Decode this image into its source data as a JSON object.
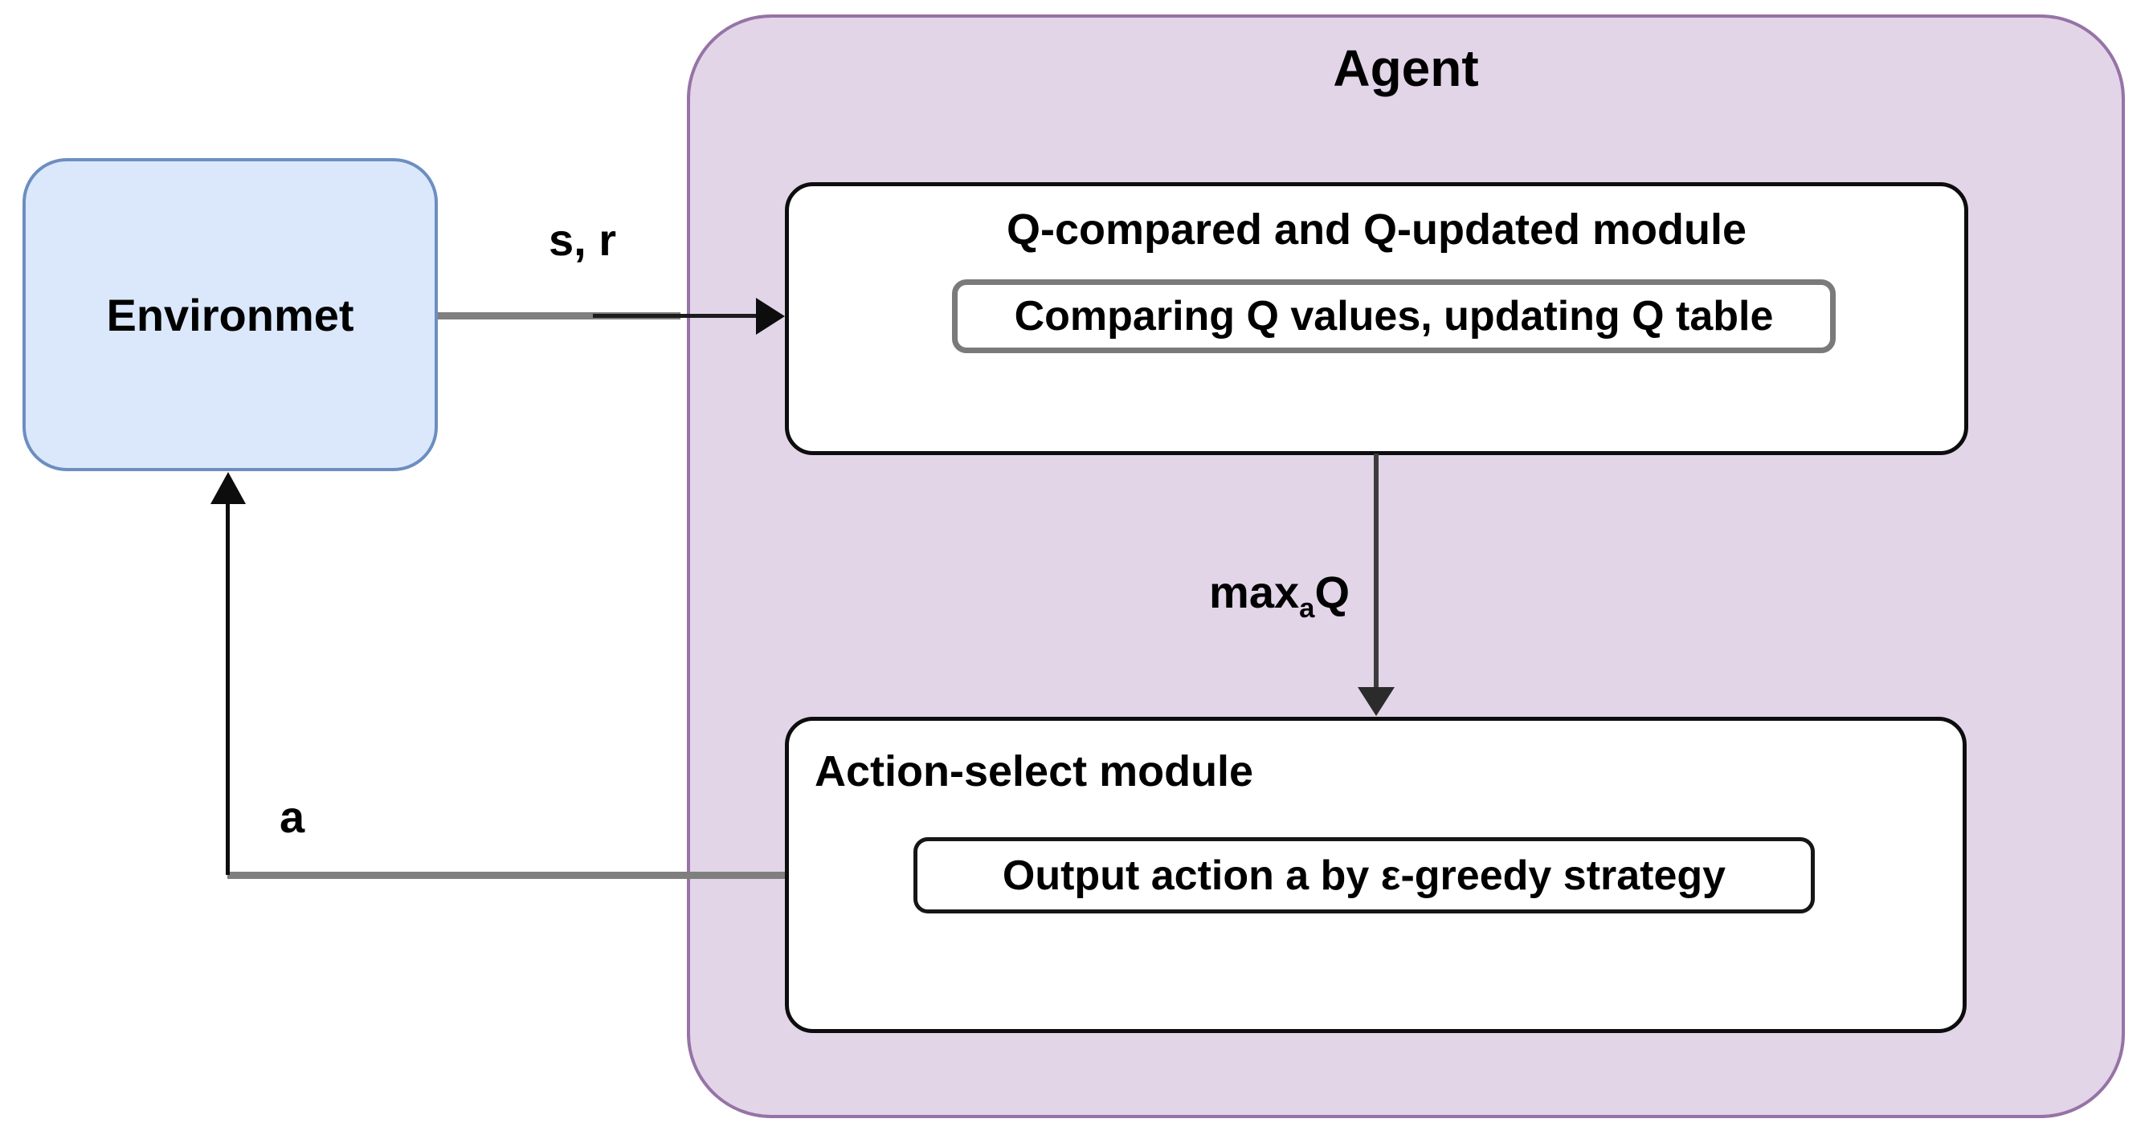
{
  "diagram": {
    "agent": {
      "title": "Agent",
      "fill_color": "#e2d5e8",
      "border_color": "#9673a6"
    },
    "environment": {
      "label": "Environmet",
      "fill_color": "#dbe8fc",
      "border_color": "#6c8ebf"
    },
    "q_module": {
      "title": "Q-compared and Q-updated module",
      "inner_label": "Comparing Q values, updating Q table"
    },
    "action_module": {
      "title": "Action-select module",
      "inner_label": "Output action a by ε-greedy strategy"
    },
    "edges": {
      "state_reward": {
        "label": "s, r",
        "from": "Environmet",
        "to": "Q-compared and Q-updated module"
      },
      "max_q": {
        "label_base": "max",
        "label_subscript": "a",
        "label_suffix": "Q",
        "from": "Q-compared and Q-updated module",
        "to": "Action-select module"
      },
      "action": {
        "label": "a",
        "from": "Action-select module",
        "to": "Environmet"
      }
    },
    "connector_colors": {
      "gray": "#7f7f7f",
      "black": "#0d0d0d"
    }
  }
}
